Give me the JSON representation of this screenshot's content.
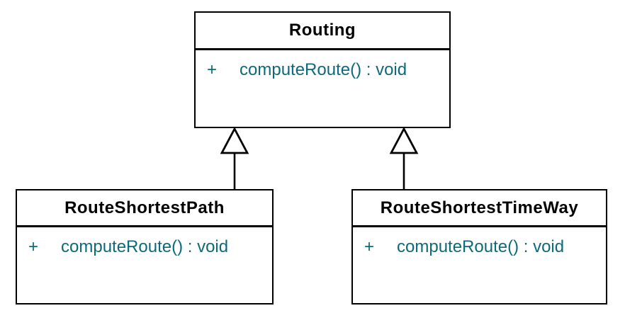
{
  "diagram": {
    "kind": "uml-class-diagram",
    "colors": {
      "border": "#000000",
      "title_text": "#000000",
      "member_text": "#0d6a78",
      "background": "#ffffff"
    },
    "classes": [
      {
        "name": "Routing",
        "members": [
          {
            "visibility": "+",
            "signature": "computeRoute() : void"
          }
        ]
      },
      {
        "name": "RouteShortestPath",
        "members": [
          {
            "visibility": "+",
            "signature": "computeRoute() : void"
          }
        ]
      },
      {
        "name": "RouteShortestTimeWay",
        "members": [
          {
            "visibility": "+",
            "signature": "computeRoute() : void"
          }
        ]
      }
    ],
    "relationships": [
      {
        "type": "generalization",
        "from": "RouteShortestPath",
        "to": "Routing"
      },
      {
        "type": "generalization",
        "from": "RouteShortestTimeWay",
        "to": "Routing"
      }
    ]
  }
}
